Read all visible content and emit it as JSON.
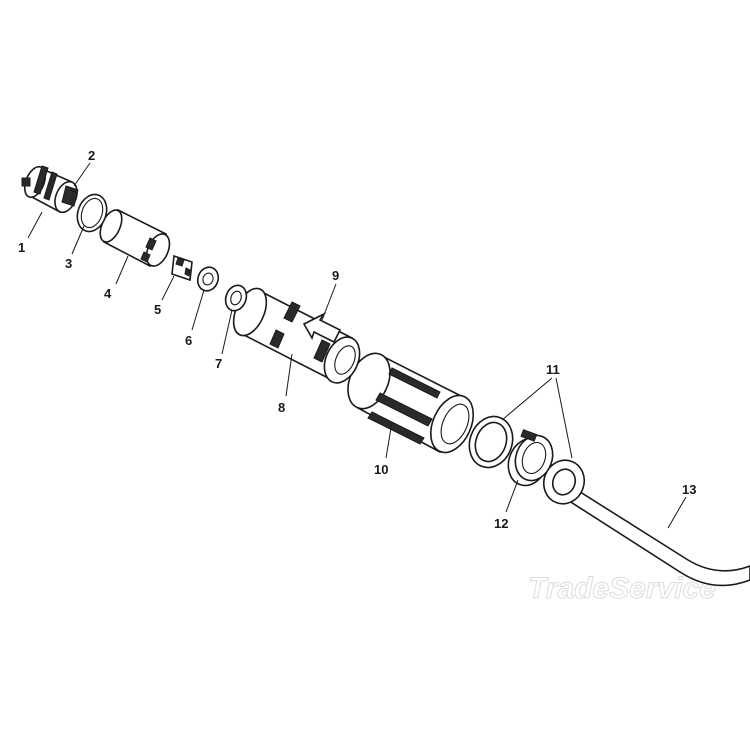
{
  "callouts": {
    "c1": "1",
    "c2": "2",
    "c3": "3",
    "c4": "4",
    "c5": "5",
    "c6": "6",
    "c7": "7",
    "c8": "8",
    "c9": "9",
    "c10": "10",
    "c11": "11",
    "c12": "12",
    "c13": "13"
  },
  "watermark": "TradeService",
  "colors": {
    "ink": "#1a1a1a",
    "background": "#ffffff",
    "watermark": "#dcdcdc"
  }
}
